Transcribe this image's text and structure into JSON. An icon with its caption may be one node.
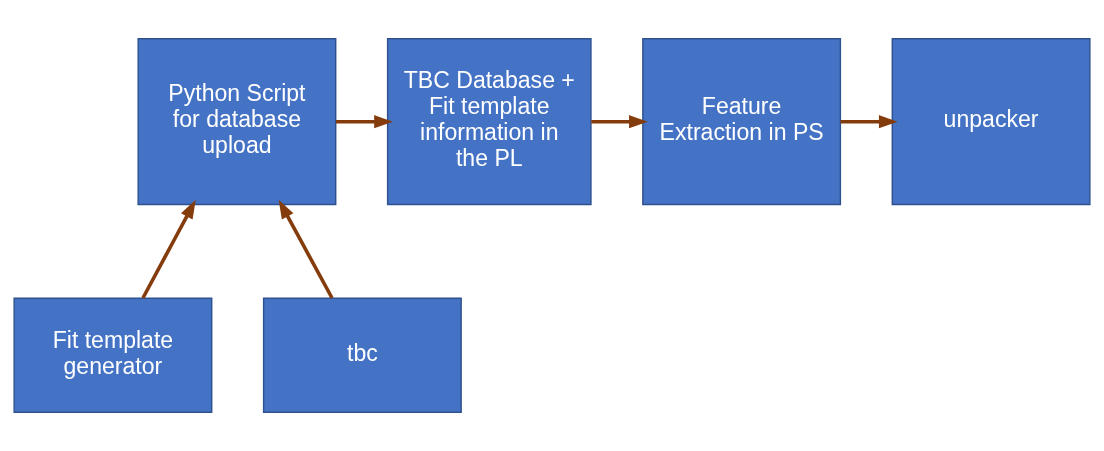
{
  "diagram": {
    "nodes": [
      {
        "text": [
          "Python Script for database upload"
        ]
      },
      {
        "text": [
          "TBC Database + Fit template information in the PL"
        ]
      },
      {
        "text": [
          "Feature Extraction in PS"
        ]
      },
      {
        "text": [
          "unpacker"
        ]
      },
      {
        "text": [
          "Fit template generator"
        ]
      },
      {
        "text": [
          "tbc"
        ]
      }
    ],
    "edges": [
      {
        "from": 0,
        "to": 1,
        "arrow": "to"
      },
      {
        "from": 1,
        "to": 2,
        "arrow": "to"
      },
      {
        "from": 2,
        "to": 3,
        "arrow": "to"
      },
      {
        "from": 4,
        "to": 0,
        "arrow": "to"
      },
      {
        "from": 5,
        "to": 0,
        "arrow": "to"
      }
    ]
  }
}
